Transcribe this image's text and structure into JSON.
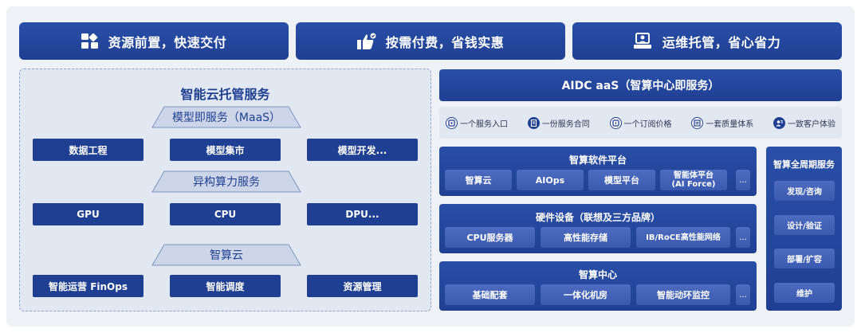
{
  "banners": [
    {
      "icon": "apps-grid-icon",
      "label": "资源前置，快速交付"
    },
    {
      "icon": "thumbs-up-icon",
      "label": "按需付费，省钱实惠"
    },
    {
      "icon": "managed-service-icon",
      "label": "运维托管，省心省力"
    }
  ],
  "left": {
    "title": "智能云托管服务",
    "layers": [
      {
        "label": "模型即服务（MaaS）",
        "items": [
          "数据工程",
          "模型集市",
          "模型开发..."
        ]
      },
      {
        "label": "异构算力服务",
        "items": [
          "GPU",
          "CPU",
          "DPU..."
        ]
      },
      {
        "label": "智算云",
        "items": [
          "智能运营 FinOps",
          "智能调度",
          "资源管理"
        ]
      }
    ]
  },
  "right": {
    "aidc_title": "AIDC aaS（智算中心即服务）",
    "pills": [
      {
        "icon": "entry-icon",
        "label": "一个服务入口"
      },
      {
        "icon": "contract-icon",
        "label": "一份服务合同"
      },
      {
        "icon": "subscription-icon",
        "label": "一个订阅价格"
      },
      {
        "icon": "quality-icon",
        "label": "一套质量体系"
      },
      {
        "icon": "customer-icon",
        "label": "一致客户体验"
      }
    ],
    "blocks": [
      {
        "title": "智算软件平台",
        "items": [
          "智算云",
          "AIOps",
          "模型平台",
          "智能体平台\n(AI Force)"
        ],
        "more": "..."
      },
      {
        "title": "硬件设备（联想及三方品牌）",
        "items": [
          "CPU服务器",
          "高性能存储",
          "IB/RoCE高性能网络"
        ],
        "more": "..."
      },
      {
        "title": "智算中心",
        "items": [
          "基础配套",
          "一体化机房",
          "智能动环监控"
        ],
        "more": "..."
      }
    ],
    "lifecycle": {
      "title": "智算全周期服务",
      "items": [
        "发现/咨询",
        "设计/验证",
        "部署/扩容",
        "维护"
      ]
    }
  },
  "colors": {
    "primary": "#1f3f93",
    "secondary": "#3a59b0",
    "panel": "#e2e8f2",
    "background": "#eef1f6"
  }
}
